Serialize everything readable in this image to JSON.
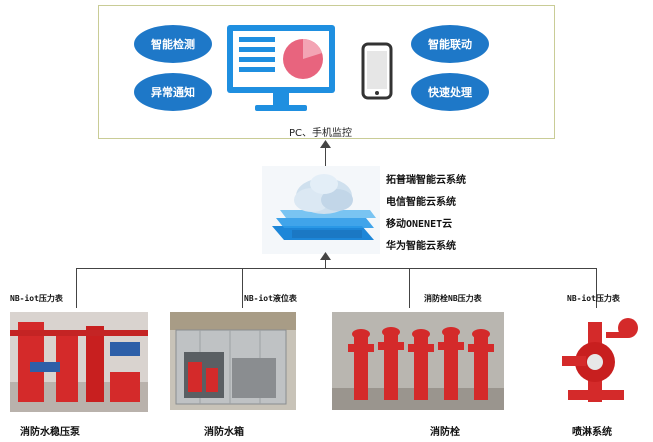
{
  "top_panel": {
    "bubbles": [
      "智能检测",
      "异常通知",
      "智能联动",
      "快速处理"
    ],
    "caption": "PC、手机监控"
  },
  "cloud": {
    "services": [
      "拓普瑞智能云系统",
      "电信智能云系统",
      "移动ONENET云",
      "华为智能云系统"
    ]
  },
  "sensors": [
    "NB-iot压力表",
    "NB-iot液位表",
    "消防栓NB压力表",
    "NB-iot压力表"
  ],
  "devices": [
    "消防水稳压泵",
    "消防水箱",
    "消防栓",
    "喷淋系统"
  ],
  "colors": {
    "accent_blue": "#1e78c8",
    "monitor_blue": "#1f8fe0",
    "pie_pink": "#e8647e",
    "equipment_red": "#d42a2a",
    "frame_border": "#c9cc96"
  }
}
